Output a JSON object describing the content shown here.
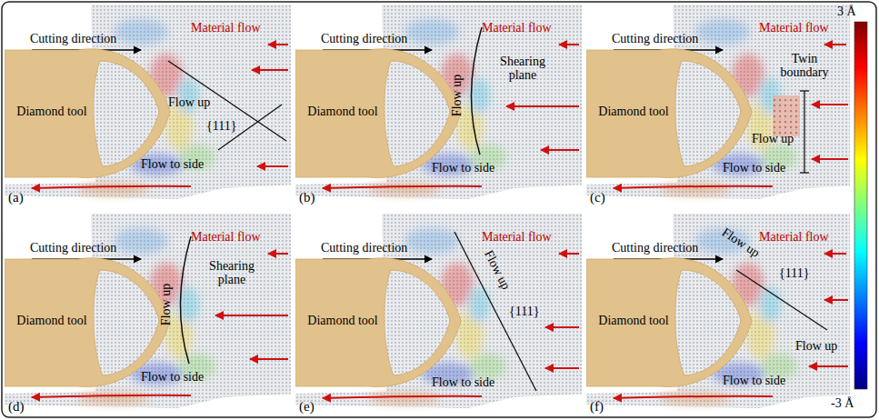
{
  "diagram": {
    "nodes": [
      {
        "text": [
          "Diamond tool"
        ]
      },
      {
        "text": [
          "Diamond tool"
        ]
      },
      {
        "text": [
          "Diamond tool"
        ]
      },
      {
        "text": [
          "Diamond tool"
        ]
      },
      {
        "text": [
          "Diamond tool"
        ]
      },
      {
        "text": [
          "Diamond tool"
        ]
      }
    ],
    "labels": [
      "Cutting direction",
      "Material flow",
      "Flow up",
      "{111}",
      "Flow to side",
      "(a)",
      "Cutting direction",
      "Material flow",
      "Shearing plane",
      "Flow up",
      "Flow to side",
      "(b)",
      "Cutting direction",
      "Material flow",
      "Twin boundary",
      "Flow up",
      "Flow to side",
      "(c)",
      "Cutting direction",
      "Material flow",
      "Shearing plane",
      "Flow up",
      "Flow to side",
      "(d)",
      "Cutting direction",
      "Material flow",
      "Flow up",
      "{111}",
      "Flow to side",
      "(e)",
      "Cutting direction",
      "Material flow",
      "Flow up",
      "{111}",
      "Flow up",
      "Flow to side",
      "(f)",
      "3 Å",
      "-3 Å"
    ]
  }
}
